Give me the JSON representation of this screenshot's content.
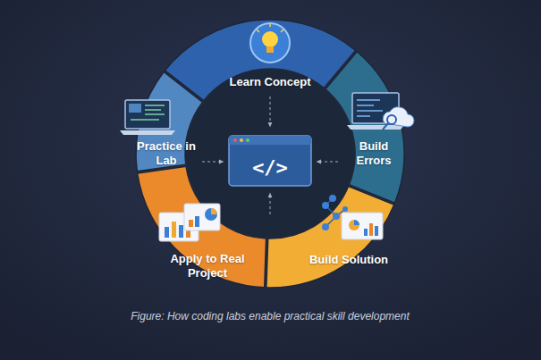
{
  "diagram": {
    "caption": "Figure: How coding labs enable practical skill development",
    "nodes": [
      {
        "text": [
          "Learn Concept"
        ]
      },
      {
        "text": [
          "Build Errors"
        ]
      },
      {
        "text": [
          "Build Solution"
        ]
      },
      {
        "text": [
          "Apply to Real Project"
        ]
      },
      {
        "text": [
          "Practice in Lab"
        ]
      }
    ],
    "labels": [
      "</>"
    ]
  }
}
